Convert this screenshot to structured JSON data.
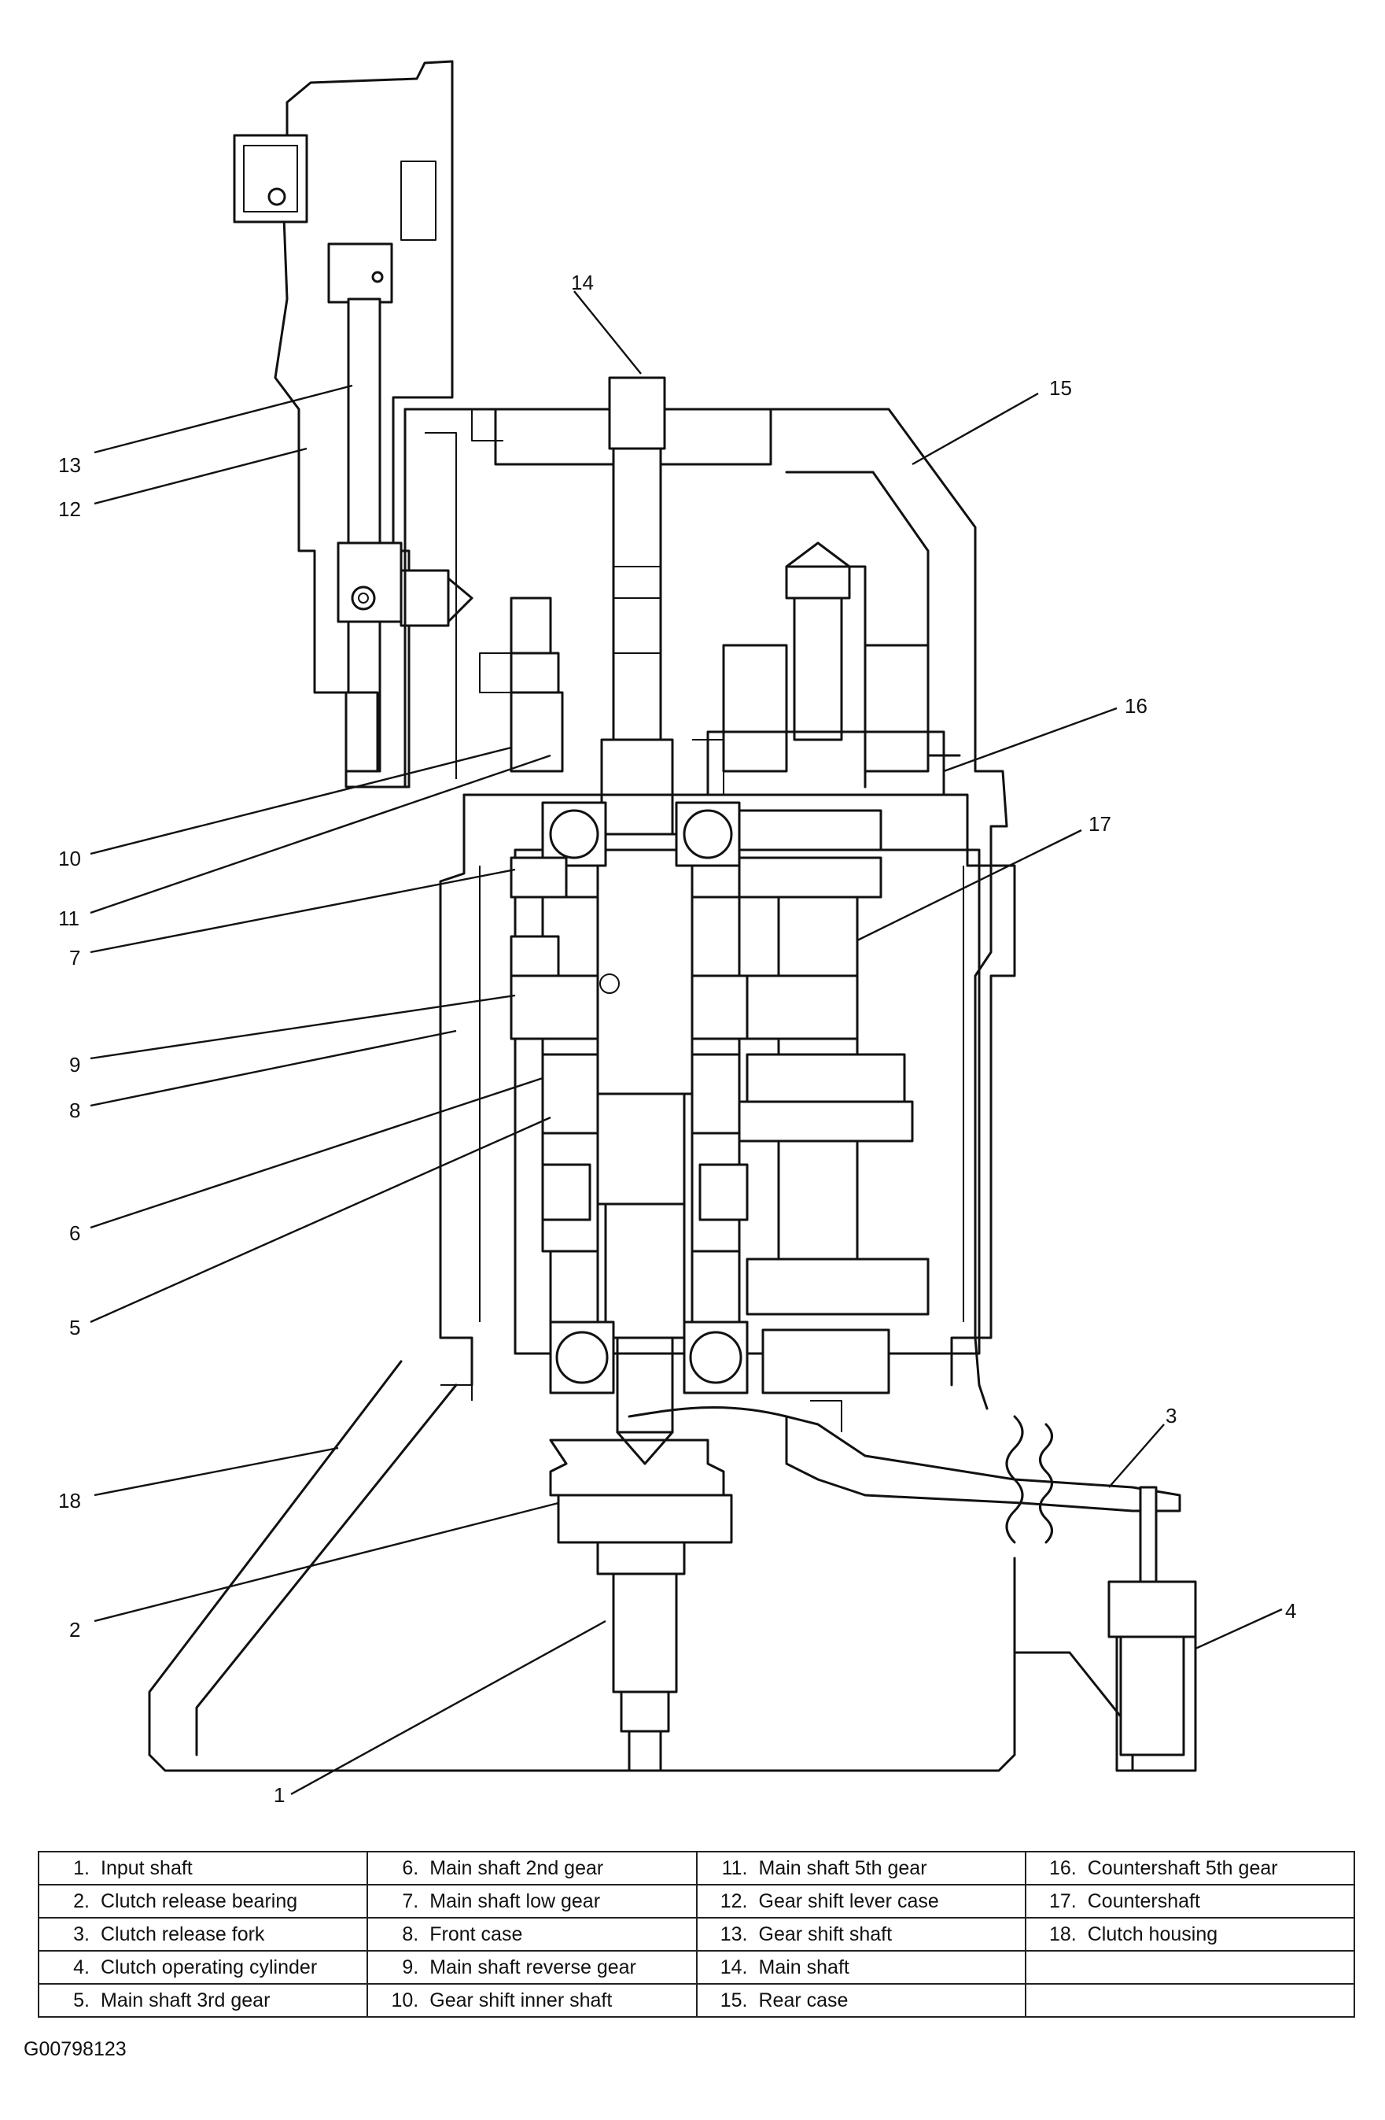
{
  "callouts": [
    "1",
    "2",
    "3",
    "4",
    "5",
    "6",
    "7",
    "8",
    "9",
    "10",
    "11",
    "12",
    "13",
    "14",
    "15",
    "16",
    "17",
    "18"
  ],
  "legend": [
    [
      {
        "n": "1.",
        "t": "Input shaft"
      },
      {
        "n": "6.",
        "t": "Main shaft 2nd gear"
      },
      {
        "n": "11.",
        "t": "Main shaft 5th gear"
      },
      {
        "n": "16.",
        "t": "Countershaft 5th gear"
      }
    ],
    [
      {
        "n": "2.",
        "t": "Clutch release bearing"
      },
      {
        "n": "7.",
        "t": "Main shaft low gear"
      },
      {
        "n": "12.",
        "t": "Gear shift lever case"
      },
      {
        "n": "17.",
        "t": "Countershaft"
      }
    ],
    [
      {
        "n": "3.",
        "t": "Clutch release fork"
      },
      {
        "n": "8.",
        "t": "Front case"
      },
      {
        "n": "13.",
        "t": "Gear shift shaft"
      },
      {
        "n": "18.",
        "t": "Clutch housing"
      }
    ],
    [
      {
        "n": "4.",
        "t": "Clutch operating cylinder"
      },
      {
        "n": "9.",
        "t": "Main shaft reverse gear"
      },
      {
        "n": "14.",
        "t": "Main shaft"
      },
      {
        "n": "",
        "t": ""
      }
    ],
    [
      {
        "n": "5.",
        "t": "Main shaft 3rd gear"
      },
      {
        "n": "10.",
        "t": "Gear shift inner shaft"
      },
      {
        "n": "15.",
        "t": "Rear case"
      },
      {
        "n": "",
        "t": ""
      }
    ]
  ],
  "figure_code": "G00798123"
}
